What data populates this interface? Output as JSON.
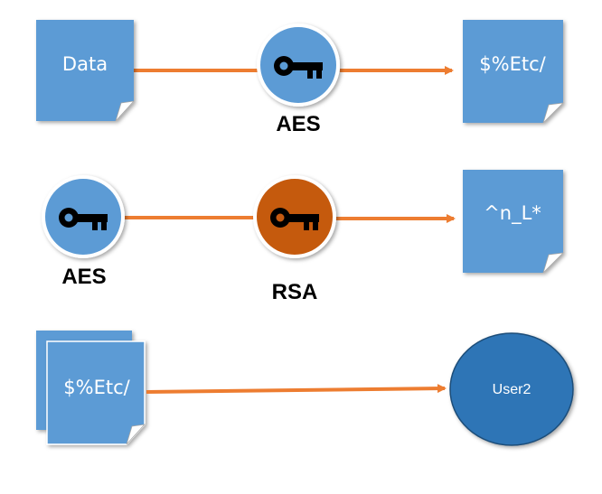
{
  "colors": {
    "document_fill": "#5b9bd5",
    "document_fold": "#ffffff",
    "arrow": "#ed7d31",
    "aes_key_circle": "#5b9bd5",
    "rsa_key_circle": "#c55a11",
    "key_icon": "#000000",
    "user_circle": "#2e75b6",
    "label_text": "#000000"
  },
  "row1": {
    "source_document": "Data",
    "key": {
      "icon": "key-icon",
      "label": "AES"
    },
    "result_document": "$%Etc/"
  },
  "row2": {
    "source_key": {
      "icon": "key-icon",
      "label": "AES"
    },
    "key": {
      "icon": "key-icon",
      "label": "RSA"
    },
    "result_document": "^n_L*"
  },
  "row3": {
    "source_document": "$%Etc/",
    "recipient": "User2"
  }
}
